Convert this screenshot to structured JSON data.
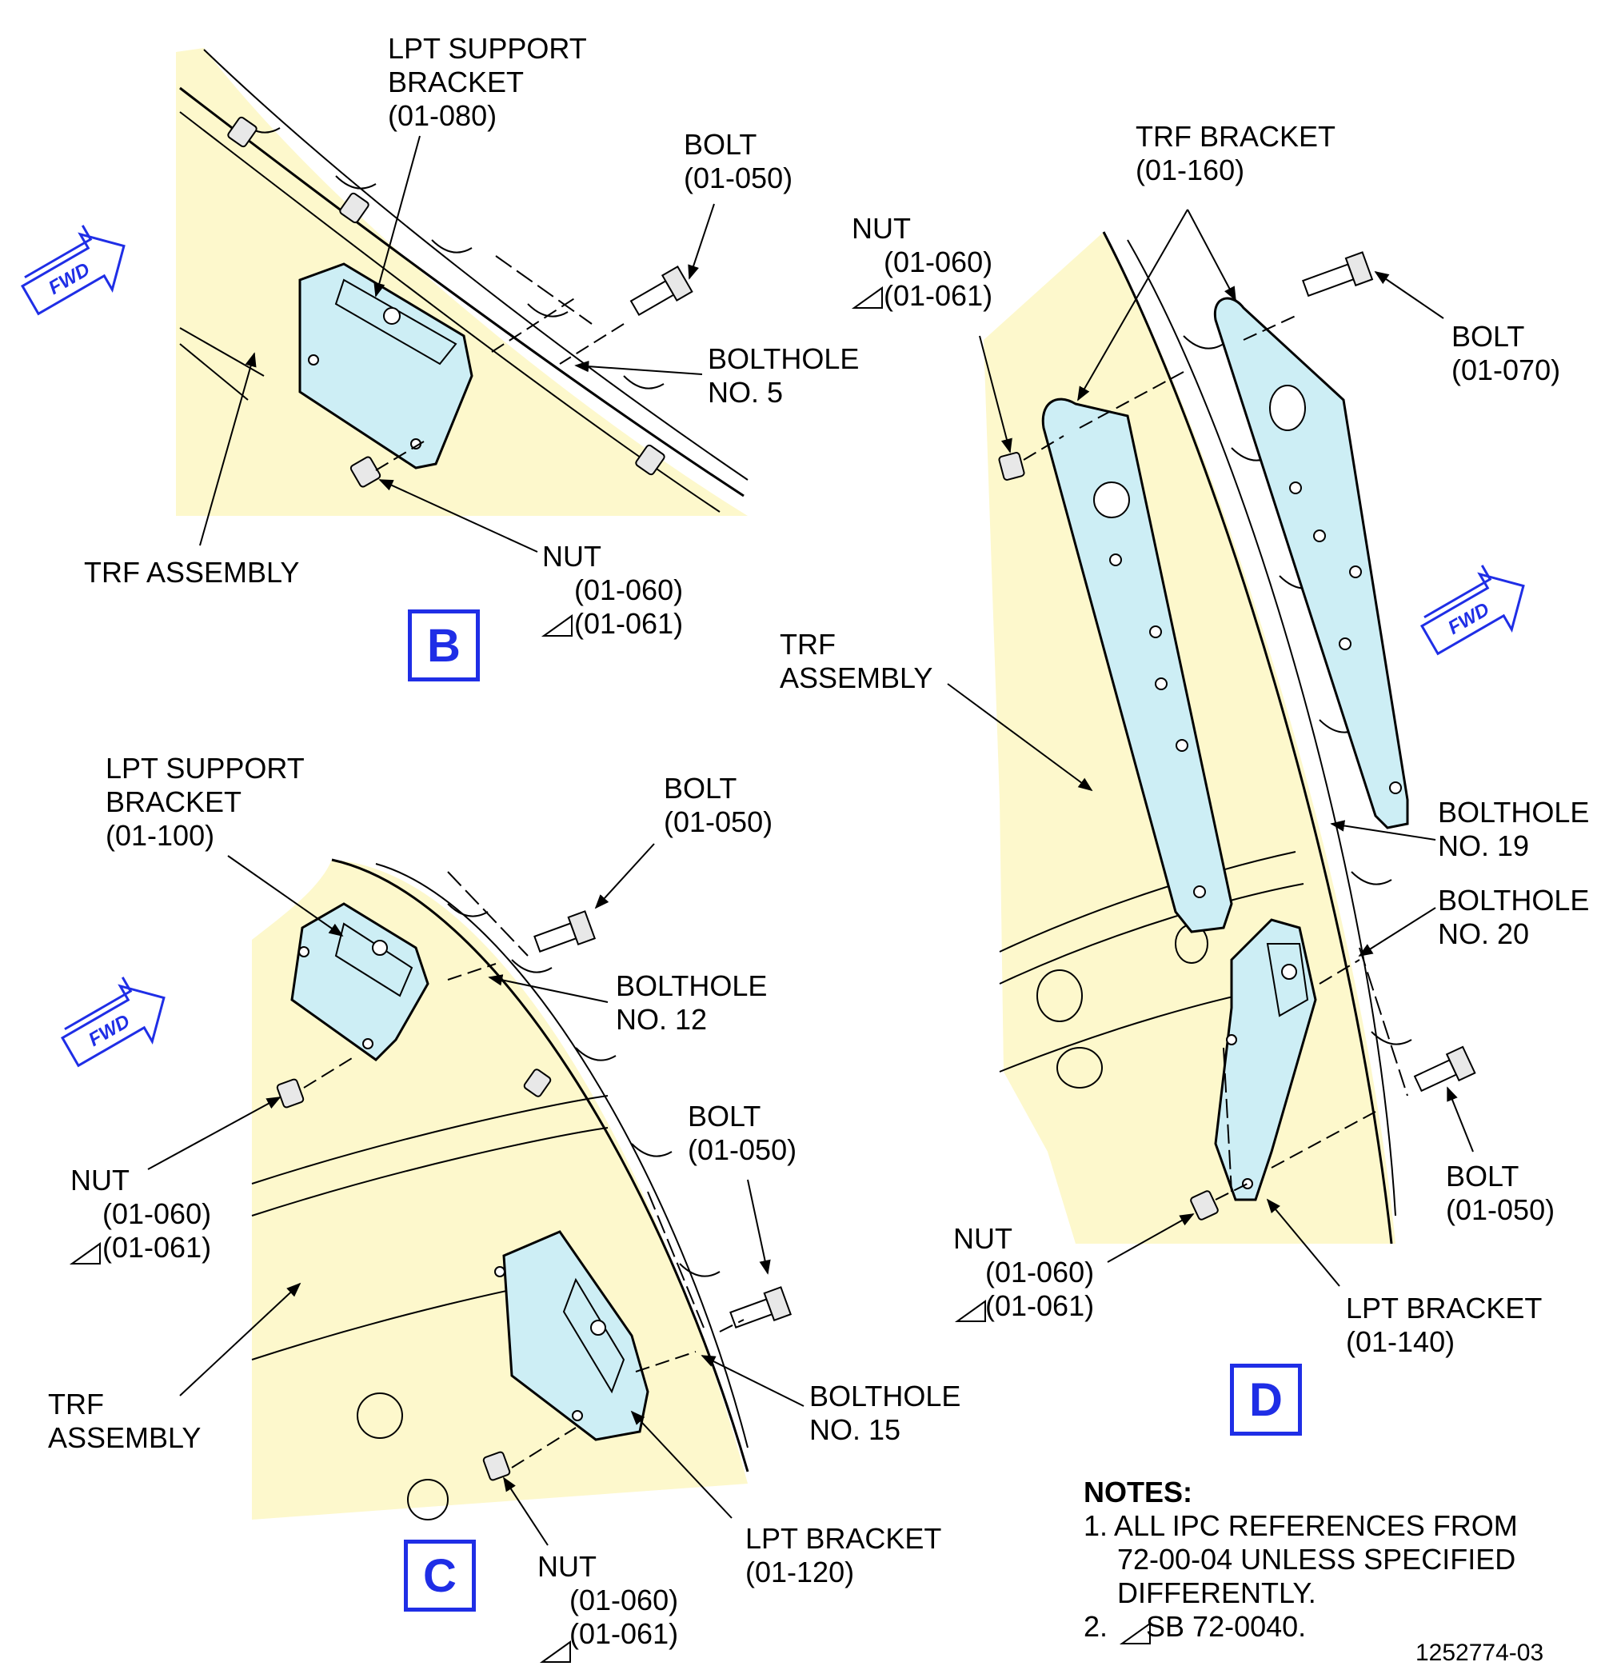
{
  "views": {
    "b": {
      "box_label": "B",
      "lpt_support_bracket": {
        "l1": "LPT SUPPORT",
        "l2": "BRACKET",
        "l3": "(01-080)"
      },
      "bolt": {
        "l1": "BOLT",
        "l2": "(01-050)"
      },
      "bolthole": {
        "l1": "BOLTHOLE",
        "l2": "NO. 5"
      },
      "nut": {
        "l1": "NUT",
        "l2": "(01-060)",
        "l3": "(01-061)"
      },
      "trf": {
        "l1": "TRF ASSEMBLY"
      },
      "fwd": "FWD"
    },
    "c": {
      "box_label": "C",
      "lpt_support_bracket": {
        "l1": "LPT SUPPORT",
        "l2": "BRACKET",
        "l3": "(01-100)"
      },
      "bolt_upper": {
        "l1": "BOLT",
        "l2": "(01-050)"
      },
      "bolthole_12": {
        "l1": "BOLTHOLE",
        "l2": "NO. 12"
      },
      "nut_left": {
        "l1": "NUT",
        "l2": "(01-060)",
        "l3": "(01-061)"
      },
      "trf": {
        "l1": "TRF",
        "l2": "ASSEMBLY"
      },
      "bolt_lower": {
        "l1": "BOLT",
        "l2": "(01-050)"
      },
      "bolthole_15": {
        "l1": "BOLTHOLE",
        "l2": "NO. 15"
      },
      "lpt_bracket": {
        "l1": "LPT BRACKET",
        "l2": "(01-120)"
      },
      "nut_bottom": {
        "l1": "NUT",
        "l2": "(01-060)",
        "l3": "(01-061)"
      },
      "fwd": "FWD"
    },
    "d": {
      "box_label": "D",
      "trf_bracket": {
        "l1": "TRF BRACKET",
        "l2": "(01-160)"
      },
      "nut_top": {
        "l1": "NUT",
        "l2": "(01-060)",
        "l3": "(01-061)"
      },
      "bolt_070": {
        "l1": "BOLT",
        "l2": "(01-070)"
      },
      "trf": {
        "l1": "TRF",
        "l2": "ASSEMBLY"
      },
      "bolthole_19": {
        "l1": "BOLTHOLE",
        "l2": "NO. 19"
      },
      "bolthole_20": {
        "l1": "BOLTHOLE",
        "l2": "NO. 20"
      },
      "bolt_050": {
        "l1": "BOLT",
        "l2": "(01-050)"
      },
      "nut_bottom": {
        "l1": "NUT",
        "l2": "(01-060)",
        "l3": "(01-061)"
      },
      "lpt_bracket": {
        "l1": "LPT BRACKET",
        "l2": "(01-140)"
      },
      "fwd": "FWD"
    }
  },
  "notes": {
    "title": "NOTES:",
    "n1a": "1. ALL IPC REFERENCES FROM",
    "n1b": "72-00-04 UNLESS SPECIFIED",
    "n1c": "DIFFERENTLY.",
    "n2": "SB 72-0040.",
    "n2_num": "2."
  },
  "figure_number": "1252774-03",
  "colors": {
    "assembly_fill": "#fdf8cc",
    "part_fill": "#cdeef5",
    "accent": "#1f2ee6",
    "line": "#000000"
  }
}
